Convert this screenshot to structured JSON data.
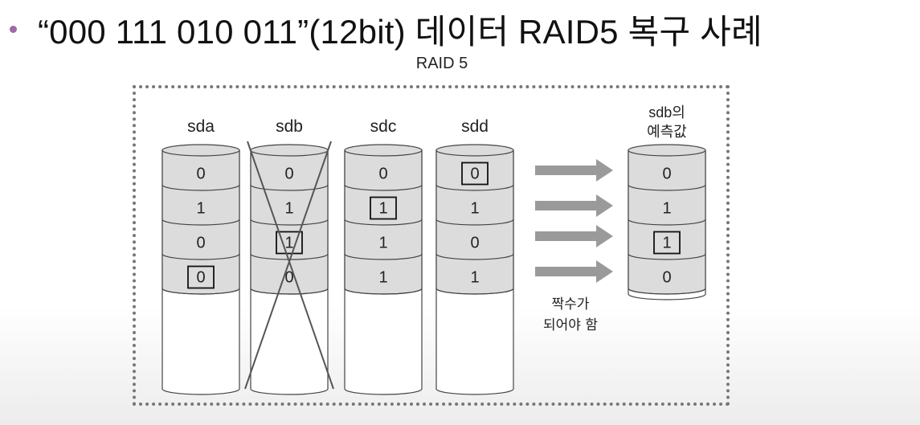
{
  "title": "“000 111 010 011”(12bit) 데이터 RAID5 복구 사례",
  "diagram": {
    "heading": "RAID 5",
    "disks": [
      {
        "name": "sda",
        "values": [
          "0",
          "1",
          "0",
          "0"
        ],
        "boxed": [
          3
        ],
        "crossed": false
      },
      {
        "name": "sdb",
        "values": [
          "0",
          "1",
          "1",
          "0"
        ],
        "boxed": [
          2
        ],
        "crossed": true
      },
      {
        "name": "sdc",
        "values": [
          "0",
          "1",
          "1",
          "1"
        ],
        "boxed": [
          1
        ],
        "crossed": false
      },
      {
        "name": "sdd",
        "values": [
          "0",
          "1",
          "0",
          "1"
        ],
        "boxed": [
          0
        ],
        "crossed": false
      }
    ],
    "predicted": {
      "label_line1": "sdb의",
      "label_line2": "예측값",
      "values": [
        "0",
        "1",
        "1",
        "0"
      ],
      "boxed": [
        2
      ]
    },
    "note_line1": "짝수가",
    "note_line2": "되어야 함"
  },
  "colors": {
    "band": "#dcdcdc",
    "stroke": "#444444",
    "frame": "#777777",
    "arrow": "#9a9a9a",
    "bullet": "#9b6aa8"
  }
}
